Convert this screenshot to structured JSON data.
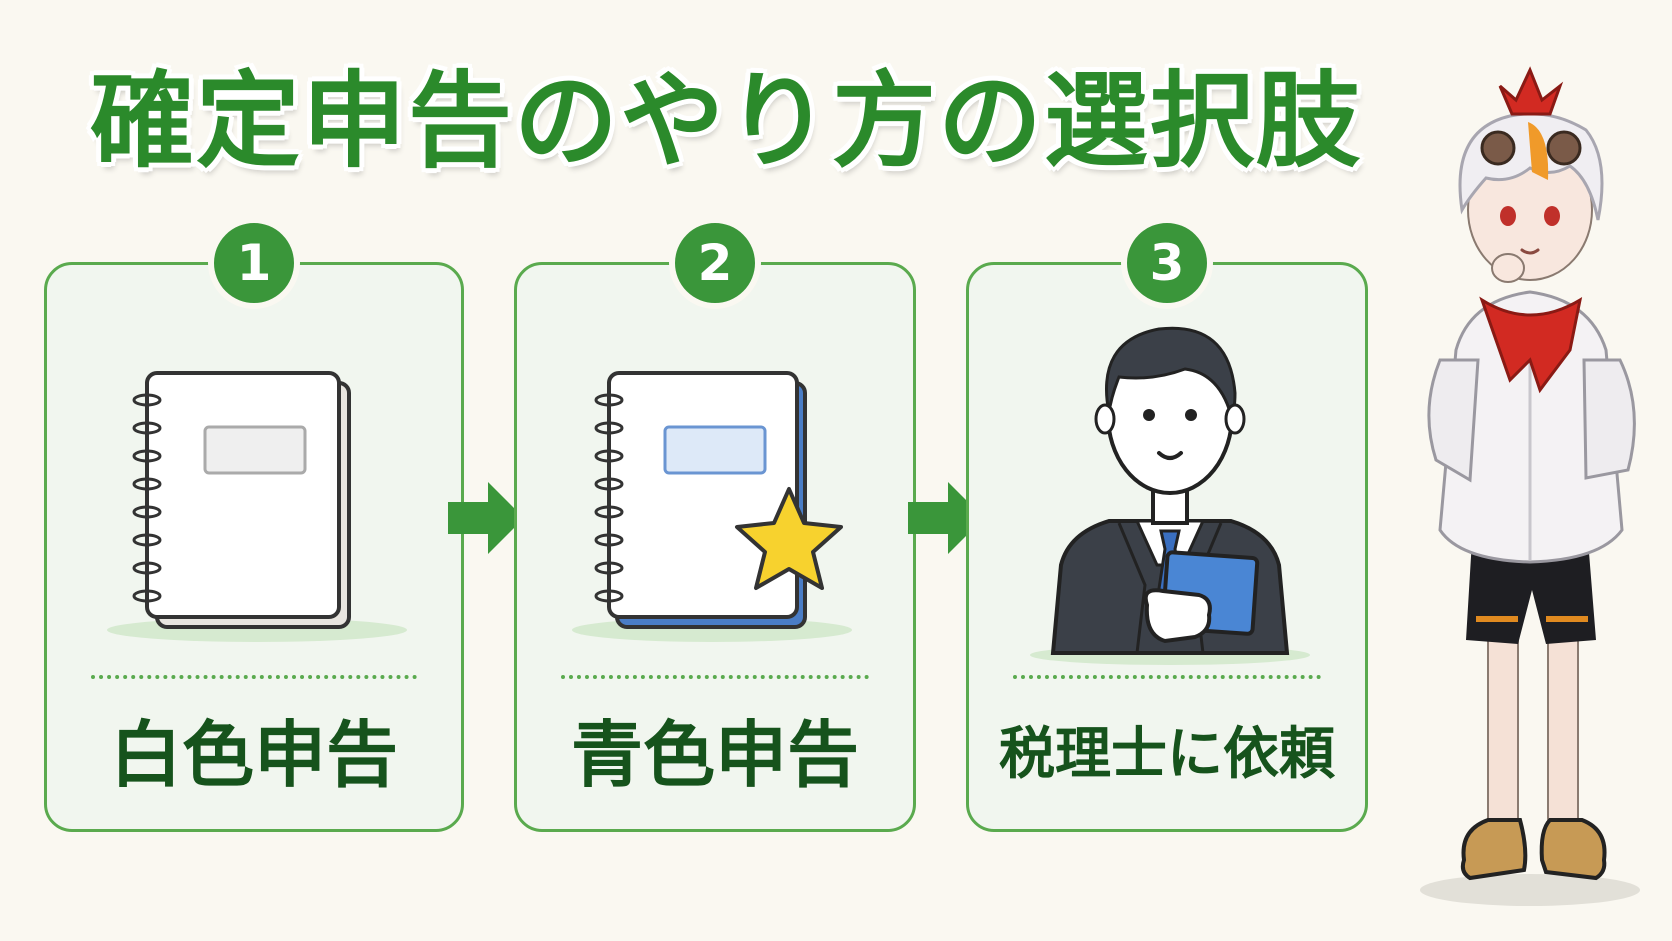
{
  "title": "確定申告のやり方の選択肢",
  "steps": [
    {
      "number": "1",
      "label": "白色申告",
      "icon": "notebook-icon"
    },
    {
      "number": "2",
      "label": "青色申告",
      "icon": "notebook-star-icon"
    },
    {
      "number": "3",
      "label": "税理士に依頼",
      "icon": "tax-accountant-icon"
    }
  ],
  "colors": {
    "accent_green": "#3a963a",
    "label_dark_green": "#16531c",
    "card_bg": "#f1f6ef",
    "page_bg": "#faf8f1",
    "star_yellow": "#f7d22e",
    "blue_cover": "#4a7dc6"
  }
}
